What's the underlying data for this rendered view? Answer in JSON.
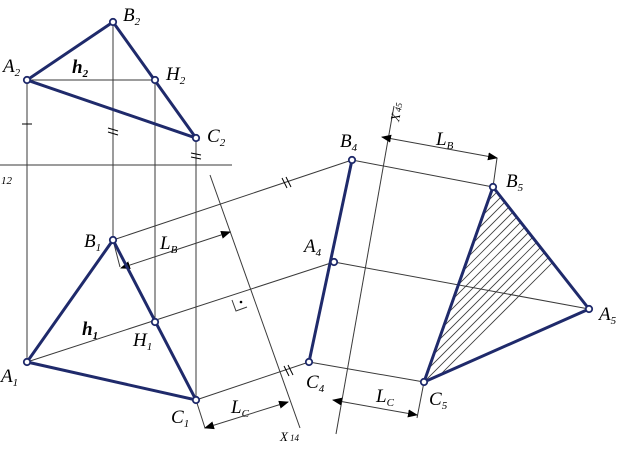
{
  "labels": {
    "B2": {
      "main": "B",
      "sub": "2"
    },
    "A2": {
      "main": "A",
      "sub": "2"
    },
    "h2": {
      "main": "h",
      "sub": "2"
    },
    "H2": {
      "main": "H",
      "sub": "2"
    },
    "C2": {
      "main": "C",
      "sub": "2"
    },
    "x12_sub": "12",
    "B1": {
      "main": "B",
      "sub": "1"
    },
    "LB_1": {
      "main": "L",
      "sub": "B"
    },
    "h1": {
      "main": "h",
      "sub": "1"
    },
    "H1": {
      "main": "H",
      "sub": "1"
    },
    "A1": {
      "main": "A",
      "sub": "1"
    },
    "C1": {
      "main": "C",
      "sub": "1"
    },
    "LC_1": {
      "main": "L",
      "sub": "C"
    },
    "X14": {
      "main": "X",
      "sub": "14"
    },
    "B4": {
      "main": "B",
      "sub": "4"
    },
    "A4": {
      "main": "A",
      "sub": "4"
    },
    "C4": {
      "main": "C",
      "sub": "4"
    },
    "X45": {
      "main": "X",
      "sub": "45"
    },
    "LB_2": {
      "main": "L",
      "sub": "B"
    },
    "B5": {
      "main": "B",
      "sub": "5"
    },
    "A5": {
      "main": "A",
      "sub": "5"
    },
    "C5": {
      "main": "C",
      "sub": "5"
    },
    "LC_2": {
      "main": "L",
      "sub": "C"
    }
  },
  "colors": {
    "outline": "#1f2a6b",
    "construction": "#3a3a3a",
    "background": "#ffffff"
  }
}
